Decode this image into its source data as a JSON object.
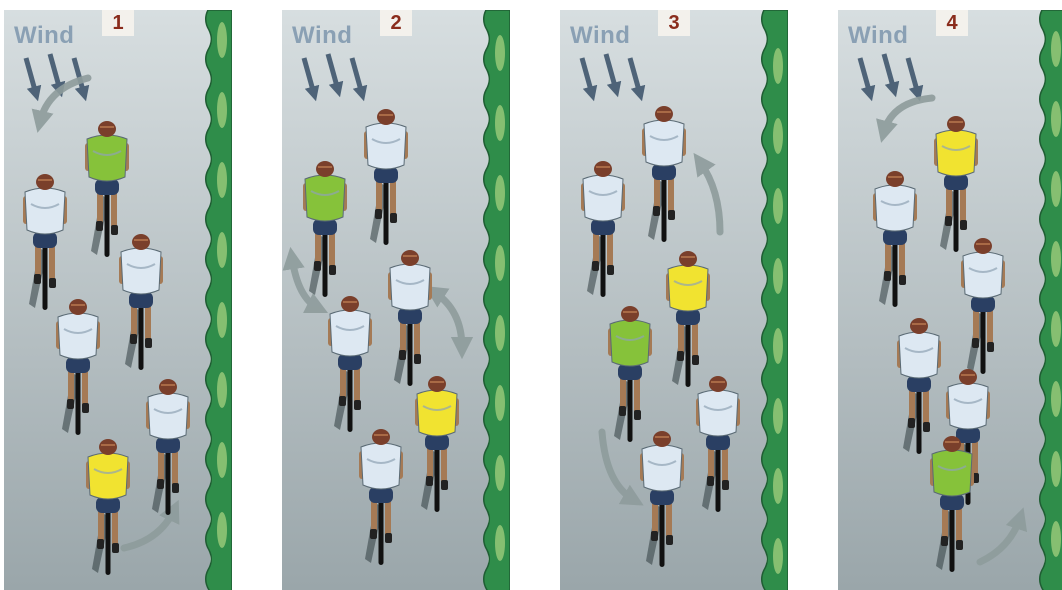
{
  "colors": {
    "road_light": "#d7dee0",
    "road_dark": "#9aa6aa",
    "grass": "#2f8d4a",
    "grass_light": "#9ccc7a",
    "wind_text": "#8aa0b4",
    "wind_arrow": "#4e6378",
    "panel_number": "#8a2c1c",
    "rotation_arrow": "#8e9c9c",
    "jersey_white": "#dde8f2",
    "jersey_yellow": "#f1e330",
    "jersey_green": "#86c23a",
    "skin": "#a57a55",
    "helmet": "#7a3f2b",
    "shadow": "#2f3d3f"
  },
  "panels": [
    {
      "number": "1",
      "wind_label": "Wind",
      "riders": [
        {
          "jersey": "green"
        },
        {
          "jersey": "white"
        },
        {
          "jersey": "white"
        },
        {
          "jersey": "white"
        },
        {
          "jersey": "white"
        },
        {
          "jersey": "yellow"
        }
      ]
    },
    {
      "number": "2",
      "wind_label": "Wind",
      "riders": [
        {
          "jersey": "white"
        },
        {
          "jersey": "green"
        },
        {
          "jersey": "white"
        },
        {
          "jersey": "white"
        },
        {
          "jersey": "yellow"
        },
        {
          "jersey": "white"
        }
      ]
    },
    {
      "number": "3",
      "wind_label": "Wind",
      "riders": [
        {
          "jersey": "white"
        },
        {
          "jersey": "white"
        },
        {
          "jersey": "yellow"
        },
        {
          "jersey": "green"
        },
        {
          "jersey": "white"
        },
        {
          "jersey": "white"
        }
      ]
    },
    {
      "number": "4",
      "wind_label": "Wind",
      "riders": [
        {
          "jersey": "yellow"
        },
        {
          "jersey": "white"
        },
        {
          "jersey": "white"
        },
        {
          "jersey": "white"
        },
        {
          "jersey": "white"
        },
        {
          "jersey": "green"
        }
      ]
    }
  ]
}
